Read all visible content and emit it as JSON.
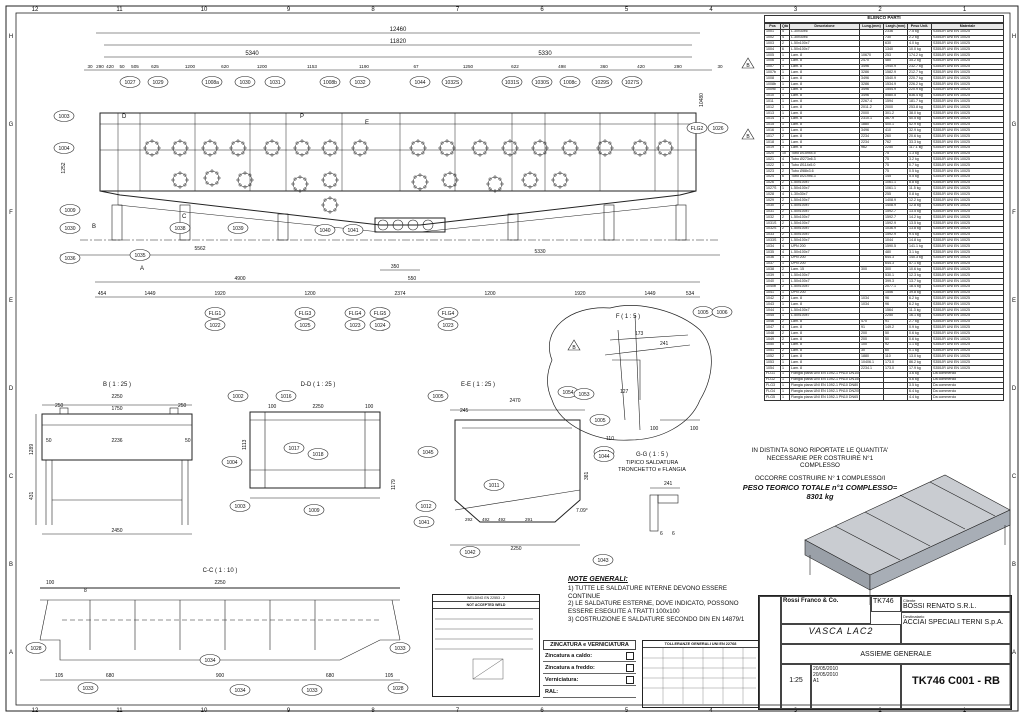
{
  "border": {
    "cols_top": [
      "12",
      "11",
      "10",
      "9",
      "8",
      "7",
      "6",
      "5",
      "4",
      "3",
      "2",
      "1"
    ],
    "cols_bottom": [
      "12",
      "11",
      "10",
      "9",
      "8",
      "7",
      "6",
      "5",
      "4",
      "3",
      "2",
      "1"
    ],
    "rows_left": [
      "H",
      "G",
      "F",
      "E",
      "D",
      "C",
      "B",
      "A"
    ],
    "rows_right": [
      "H",
      "G",
      "F",
      "E",
      "D",
      "C",
      "B",
      "A"
    ]
  },
  "main_view": {
    "dims_top": [
      "12460",
      "11820",
      "5340",
      "5330"
    ],
    "dims_row": [
      "30",
      "290",
      "420",
      "50",
      "505",
      "625",
      "1200",
      "620",
      "1200",
      "1153",
      "1190",
      "67",
      "1250",
      "622",
      "498",
      "360",
      "420",
      "290",
      "30"
    ],
    "dims_bottom": [
      "454",
      "1449",
      "1920",
      "1200",
      "2374",
      "1200",
      "1920",
      "1449",
      "534"
    ],
    "dims_bottom2": [
      "4900",
      "5330",
      "350",
      "550"
    ],
    "dim_5562": "5562",
    "dim_10480": "10480",
    "dim_1252": "1252",
    "dim_431": "431",
    "callouts_top": [
      "1027",
      "1029",
      "1008a",
      "1030",
      "1031",
      "1008b",
      "1032",
      "1044",
      "1032S",
      "1031S",
      "1030S",
      "1008c",
      "1029S",
      "1027S"
    ],
    "callouts_left": [
      "1003",
      "1004",
      "1009",
      "1030",
      "1035",
      "1036"
    ],
    "callouts_mid": [
      "1038",
      "1039",
      "1040",
      "1041"
    ],
    "callout_right": [
      "FLG2",
      "1026"
    ],
    "flg_labels": [
      "FLG1",
      "FLG3",
      "FLG4",
      "FLG5",
      "FLG4"
    ],
    "flg_nums": [
      "1022",
      "1025",
      "1023",
      "1024",
      "1023"
    ],
    "section_letters": [
      "D",
      "E",
      "P",
      "C",
      "B",
      "A"
    ]
  },
  "detail_f": {
    "title": "F ( 1 : 5 )",
    "dims": [
      "241",
      "173",
      "127",
      "100",
      "100"
    ],
    "callouts": [
      "1005",
      "1006",
      "1054",
      "1053",
      "1005",
      "1044"
    ],
    "rev": "B"
  },
  "view_b": {
    "title": "B ( 1 : 25 )",
    "dims": [
      "2250",
      "250",
      "1750",
      "250",
      "50",
      "2236",
      "50",
      "1289",
      "431",
      "2450"
    ]
  },
  "view_dd": {
    "title": "D-D ( 1 : 25 )",
    "dims": [
      "100",
      "2250",
      "100",
      "1113",
      "1179"
    ],
    "callouts": [
      "1002",
      "1016",
      "1017",
      "1018",
      "1004",
      "1009",
      "1003"
    ]
  },
  "view_ee": {
    "title": "E-E ( 1 : 25 )",
    "dims": [
      "2470",
      "245",
      "2250",
      "292",
      "492",
      "492",
      "291",
      "7.09°",
      "110",
      "381"
    ],
    "callouts": [
      "1005",
      "1045",
      "1044",
      "1011",
      "1041",
      "1012",
      "1042",
      "1043"
    ]
  },
  "view_gg": {
    "title": "G-G ( 1 : 5 )",
    "sub1": "TIPICO SALDATURA",
    "sub2": "TRONCHETTO e FLANGIA",
    "dims": [
      "241",
      "6",
      "6"
    ]
  },
  "view_cc": {
    "title": "C-C ( 1 : 10 )",
    "dims": [
      "2250",
      "100",
      "8",
      "105",
      "680",
      "900",
      "680",
      "105"
    ],
    "callouts": [
      "1028",
      "1033",
      "1034",
      "1034",
      "1033",
      "1028",
      "1033"
    ]
  },
  "bom": {
    "title": "ELENCO PARTI",
    "headers": [
      "Pos",
      "Qtà",
      "Descrizione",
      "Lung.(mm)",
      "Largh.(mm)",
      "Peso Unit.",
      "Materiale"
    ],
    "rows": [
      [
        "1001",
        "4",
        "L.30x30x6",
        "",
        "2336",
        "7.5 kg",
        "S355JR UNI EN 10025"
      ],
      [
        "1002",
        "4",
        "L.30x30x6",
        "",
        "730",
        "2.2 kg",
        "S355JR UNI EN 10025"
      ],
      [
        "1003",
        "2",
        "L.50x100x7",
        "",
        "630",
        "4.0 kg",
        "S355JR UNI EN 10025"
      ],
      [
        "1004",
        "6",
        "L.50x100x7",
        "",
        "1340",
        "10.0 kg",
        "S355JR UNI EN 10025"
      ],
      [
        "1005",
        "1",
        "Lam. 8",
        "",
        "10670",
        "253",
        "174.2 kg",
        "S355JR UNI EN 10025"
      ],
      [
        "1006",
        "1",
        "Lam. 8",
        "",
        "2470",
        "480",
        "35.2 kg",
        "S355JR UNI EN 10025"
      ],
      [
        "1007",
        "1",
        "Lam. 8",
        "",
        "3496",
        "1940.9",
        "232.7 kg",
        "S355JR UNI EN 10025"
      ],
      [
        "1007b",
        "1",
        "Lam. 8",
        "",
        "3286",
        "1582.9",
        "212.7 kg",
        "S355JR UNI EN 10025"
      ],
      [
        "1008",
        "1",
        "Lam. 8",
        "",
        "3496",
        "1540.9",
        "220.7 kg",
        "S355JR UNI EN 10025"
      ],
      [
        "1008b",
        "1",
        "Lam. 8",
        "",
        "3286",
        "1534.9",
        "226.2 kg",
        "S355JR UNI EN 10025"
      ],
      [
        "1009c",
        "1",
        "Lam. 8",
        "",
        "3496",
        "1554.9",
        "220.9 kg",
        "S355JR UNI EN 10025"
      ],
      [
        "1010",
        "1",
        "Lam. 8",
        "",
        "3496",
        "5580.5",
        "836.4 kg",
        "S355JR UNI EN 10025"
      ],
      [
        "1011",
        "1",
        "Lam. 8",
        "",
        "2267.4",
        "1594",
        "181.7 kg",
        "S355JR UNI EN 10025"
      ],
      [
        "1012",
        "1",
        "Lam. 8",
        "",
        "2011.2",
        "2000",
        "253.8 kg",
        "S355JR UNI EN 10025"
      ],
      [
        "1013",
        "1",
        "Lam. 8",
        "",
        "2000",
        "301.2",
        "38.0 kg",
        "S355JR UNI EN 10025"
      ],
      [
        "1014",
        "1",
        "Lam. 8",
        "",
        "2310.1",
        "367.9",
        "40.5 kg",
        "S355JR UNI EN 10025"
      ],
      [
        "1015",
        "1",
        "Lam. 8",
        "",
        "1880",
        "400.1",
        "42.9 kg",
        "S355JR UNI EN 10025"
      ],
      [
        "1016",
        "1",
        "Lam. 8",
        "",
        "3496",
        "410",
        "32.9 kg",
        "S355JR UNI EN 10025"
      ],
      [
        "1017",
        "2",
        "Lam. 8",
        "",
        "2234",
        "260",
        "20.6 kg",
        "S355JR UNI EN 10025"
      ],
      [
        "1018",
        "1",
        "Lam. 8",
        "",
        "2234",
        "762",
        "33.3 kg",
        "S355JR UNI EN 10025"
      ],
      [
        "1019",
        "1",
        "Lam. 8",
        "",
        "962",
        "2250",
        "117.1 kg",
        "S355JR UNI EN 10025"
      ],
      [
        "1020",
        "10",
        "Tubo Ø159x4.5",
        "",
        "",
        "75",
        "1.3 kg",
        "S355JR UNI EN 10025"
      ],
      [
        "1021",
        "4",
        "Tubo Ø273x6.3",
        "",
        "",
        "75",
        "3.2 kg",
        "S355JR UNI EN 10025"
      ],
      [
        "1022",
        "1",
        "Tubo Ø114x5.0",
        "",
        "",
        "75",
        "0.7 kg",
        "S355JR UNI EN 10025"
      ],
      [
        "1023",
        "2",
        "Tubo Ø88x3.6",
        "",
        "",
        "75",
        "0.5 kg",
        "S355JR UNI EN 10025"
      ],
      [
        "1024",
        "6",
        "Tubo Ø219x6.3",
        "",
        "",
        "145",
        "5.5 kg",
        "S355JR UNI EN 10025"
      ],
      [
        "1026",
        "2",
        "L.50x100x7",
        "",
        "",
        "1061.1",
        "8.8 kg",
        "S355JR UNI EN 10025"
      ],
      [
        "1027S",
        "1",
        "L.50x100x7",
        "",
        "",
        "1061.1",
        "11.5 kg",
        "S355JR UNI EN 10025"
      ],
      [
        "1028",
        "4",
        "L.30x30x7",
        "",
        "",
        "255",
        "0.8 kg",
        "S355JR UNI EN 10025"
      ],
      [
        "1029",
        "2",
        "L.50x100x7",
        "",
        "",
        "1408.9",
        "12.2 kg",
        "S355JR UNI EN 10025"
      ],
      [
        "1030",
        "2",
        "L.50x100x7",
        "",
        "",
        "1408.9",
        "12.8 kg",
        "S355JR UNI EN 10025"
      ],
      [
        "1031",
        "2",
        "L.50x100x7",
        "",
        "",
        "1592.7",
        "13.5 kg",
        "S355JR UNI EN 10025"
      ],
      [
        "1032",
        "2",
        "L.50x100x7",
        "",
        "",
        "1592.7",
        "14.2 kg",
        "S355JR UNI EN 10025"
      ],
      [
        "1031S",
        "2",
        "L.50x100x7",
        "",
        "",
        "1592.9",
        "13.5 kg",
        "S355JR UNI EN 10025"
      ],
      [
        "1032S",
        "2",
        "L.50x100x7",
        "",
        "",
        "1036.9",
        "13.8 kg",
        "S355JR UNI EN 10025"
      ],
      [
        "1033",
        "2",
        "L.50x100x7",
        "",
        "",
        "1592.9",
        "9.4 kg",
        "S355JR UNI EN 10025"
      ],
      [
        "1033S",
        "2",
        "L.50x100x7",
        "",
        "",
        "1044",
        "14.8 kg",
        "S355JR UNI EN 10025"
      ],
      [
        "1034",
        "4",
        "UPN 200",
        "",
        "",
        "1590.5",
        "141.1 kg",
        "S355JR UNI EN 10025"
      ],
      [
        "1035",
        "4",
        "L.50x100x7",
        "",
        "",
        "480",
        "3.1 kg",
        "S355JR UNI EN 10025"
      ],
      [
        "1036",
        "1",
        "UPN 200",
        "",
        "",
        "644.3",
        "140.3 kg",
        "S355JR UNI EN 10025"
      ],
      [
        "1037",
        "1",
        "UPN 200",
        "",
        "",
        "644.3",
        "57.1 kg",
        "S355JR UNI EN 10025"
      ],
      [
        "1038",
        "2",
        "Lam. 15",
        "",
        "300",
        "300",
        "10.6 kg",
        "S355JR UNI EN 10025"
      ],
      [
        "1039",
        "1",
        "L.50x100x7",
        "",
        "",
        "530.1",
        "12.3 kg",
        "S355JR UNI EN 10025"
      ],
      [
        "1040",
        "1",
        "L.50x100x7",
        "",
        "",
        "399.3",
        "13.7 kg",
        "S355JR UNI EN 10025"
      ],
      [
        "1040b",
        "2",
        "L.50x100x7",
        "",
        "",
        "2077.1",
        "18.4 kg",
        "S355JR UNI EN 10025"
      ],
      [
        "1041",
        "1",
        "UPN 200",
        "",
        "",
        "1556",
        "39.8 kg",
        "S355JR UNI EN 10025"
      ],
      [
        "1042",
        "2",
        "Lam. 8",
        "",
        "1034",
        "96",
        "6.2 kg",
        "S355JR UNI EN 10025"
      ],
      [
        "1043",
        "1",
        "Lam. 8",
        "",
        "1034",
        "96",
        "6.2 kg",
        "S355JR UNI EN 10025"
      ],
      [
        "1044",
        "1",
        "L.50x100x7",
        "",
        "",
        "1564",
        "11.3 kg",
        "S355JR UNI EN 10025"
      ],
      [
        "1045",
        "1",
        "L.50x100x7",
        "",
        "",
        "2250",
        "16.1 kg",
        "S355JR UNI EN 10025"
      ],
      [
        "1046",
        "2",
        "Lam. 8",
        "",
        "470",
        "91",
        "2.7 kg",
        "S355JR UNI EN 10025"
      ],
      [
        "1047",
        "4",
        "Lam. 8",
        "",
        "91",
        "149.2",
        "0.9 kg",
        "S355JR UNI EN 10025"
      ],
      [
        "1048",
        "2",
        "Lam. 8",
        "",
        "200",
        "50",
        "0.6 kg",
        "S355JR UNI EN 10025"
      ],
      [
        "1049",
        "2",
        "Lam. 8",
        "",
        "200",
        "50",
        "0.6 kg",
        "S355JR UNI EN 10025"
      ],
      [
        "1050",
        "4",
        "Lam. 8",
        "",
        "100",
        "92",
        "1.1 kg",
        "S355JR UNI EN 10025"
      ],
      [
        "1051",
        "2",
        "Lam. 8",
        "",
        "30",
        "60",
        "0.1 kg",
        "S355JR UNI EN 10025"
      ],
      [
        "1052",
        "2",
        "Lam. 8",
        "",
        "1880",
        "110",
        "13.0 kg",
        "S355JR UNI EN 10025"
      ],
      [
        "1053",
        "1",
        "Lam. 8",
        "",
        "10406.1",
        "173.0",
        "86.2 kg",
        "S355JR UNI EN 10025"
      ],
      [
        "1054",
        "1",
        "Lam. 8",
        "",
        "2234.1",
        "173.0",
        "17.9 kg",
        "S355JR UNI EN 10025"
      ],
      [
        "FLG1",
        "1",
        "Flangia piana UNI EN 1092-1 PN10 DN100",
        "",
        "",
        "",
        "3.6 kg",
        "Da commercio"
      ],
      [
        "FLG2",
        "1",
        "Flangia piana UNI EN 1092-1 PN10 DN150",
        "",
        "",
        "",
        "5.6 kg",
        "Da commercio"
      ],
      [
        "FLG3",
        "1",
        "Flangia piana UNI EN 1092-1 PN10 DN80",
        "",
        "",
        "",
        "3.5 kg",
        "Da commercio"
      ],
      [
        "FLG4",
        "1",
        "Flangia piana UNI EN 1092-1 PN10 DN200",
        "",
        "",
        "",
        "6.4 kg",
        "Da commercio"
      ],
      [
        "FLG5",
        "1",
        "Flangia piana UNI EN 1092-1 PN10 DN65",
        "",
        "",
        "",
        "4.4 kg",
        "Da commercio"
      ]
    ]
  },
  "info": {
    "line1": "IN DISTINTA SONO RIPORTATE LE QUANTITA'",
    "line2": "NECESSARIE PER COSTRUIRE N°1",
    "line3": "COMPLESSO",
    "occ_label": "OCCORRE COSTRUIRE N°",
    "occ_value": "1",
    "occ_unit": "COMPLESSO/I",
    "weight_label": "PESO TEORICO TOTALE n°1 COMPLESSO=",
    "weight_value": "8301 kg"
  },
  "notes": {
    "title": "NOTE GENERALI:",
    "items": [
      "1) TUTTE LE SALDATURE INTERNE DEVONO ESSERE CONTINUE",
      "2) LE SALDATURE ESTERNE, DOVE INDICATO, POSSONO ESSERE ESEGUITE A TRATTI 100x100",
      "3) COSTRUZIONE E SALDATURE SECONDO DIN EN 14879/1"
    ]
  },
  "zinc": {
    "title": "ZINCATURA e VERNICIATURA",
    "rows": [
      "Zincatura a caldo:",
      "Zincatura a freddo:",
      "Verniciatura:"
    ],
    "ral": "RAL:"
  },
  "weldbox": {
    "title": "WELDING EN 22553 - 2",
    "sub": "NOT ACCEPTED WELD"
  },
  "tolbox": {
    "title": "TOLLERANZE GENERALI UNI EN 22768"
  },
  "titleblock": {
    "client_label": "Cliente",
    "client": "BOSSI RENATO S.R.L.",
    "dest_label": "Destinatario",
    "dest": "ACCIAI SPECIALI TERNI S.p.A.",
    "project": "TK746",
    "title_small": "VASCA LAC2",
    "desc": "ASSIEME GENERALE",
    "drawing_no": "TK746 C001 - RB",
    "scale": "1:25",
    "format": "A1",
    "date1": "20/05/2010",
    "date2": "20/05/2010",
    "company": "Rossi Franco & Co."
  },
  "sheet": {
    "rev_markers": [
      "B",
      "B",
      "B"
    ]
  }
}
